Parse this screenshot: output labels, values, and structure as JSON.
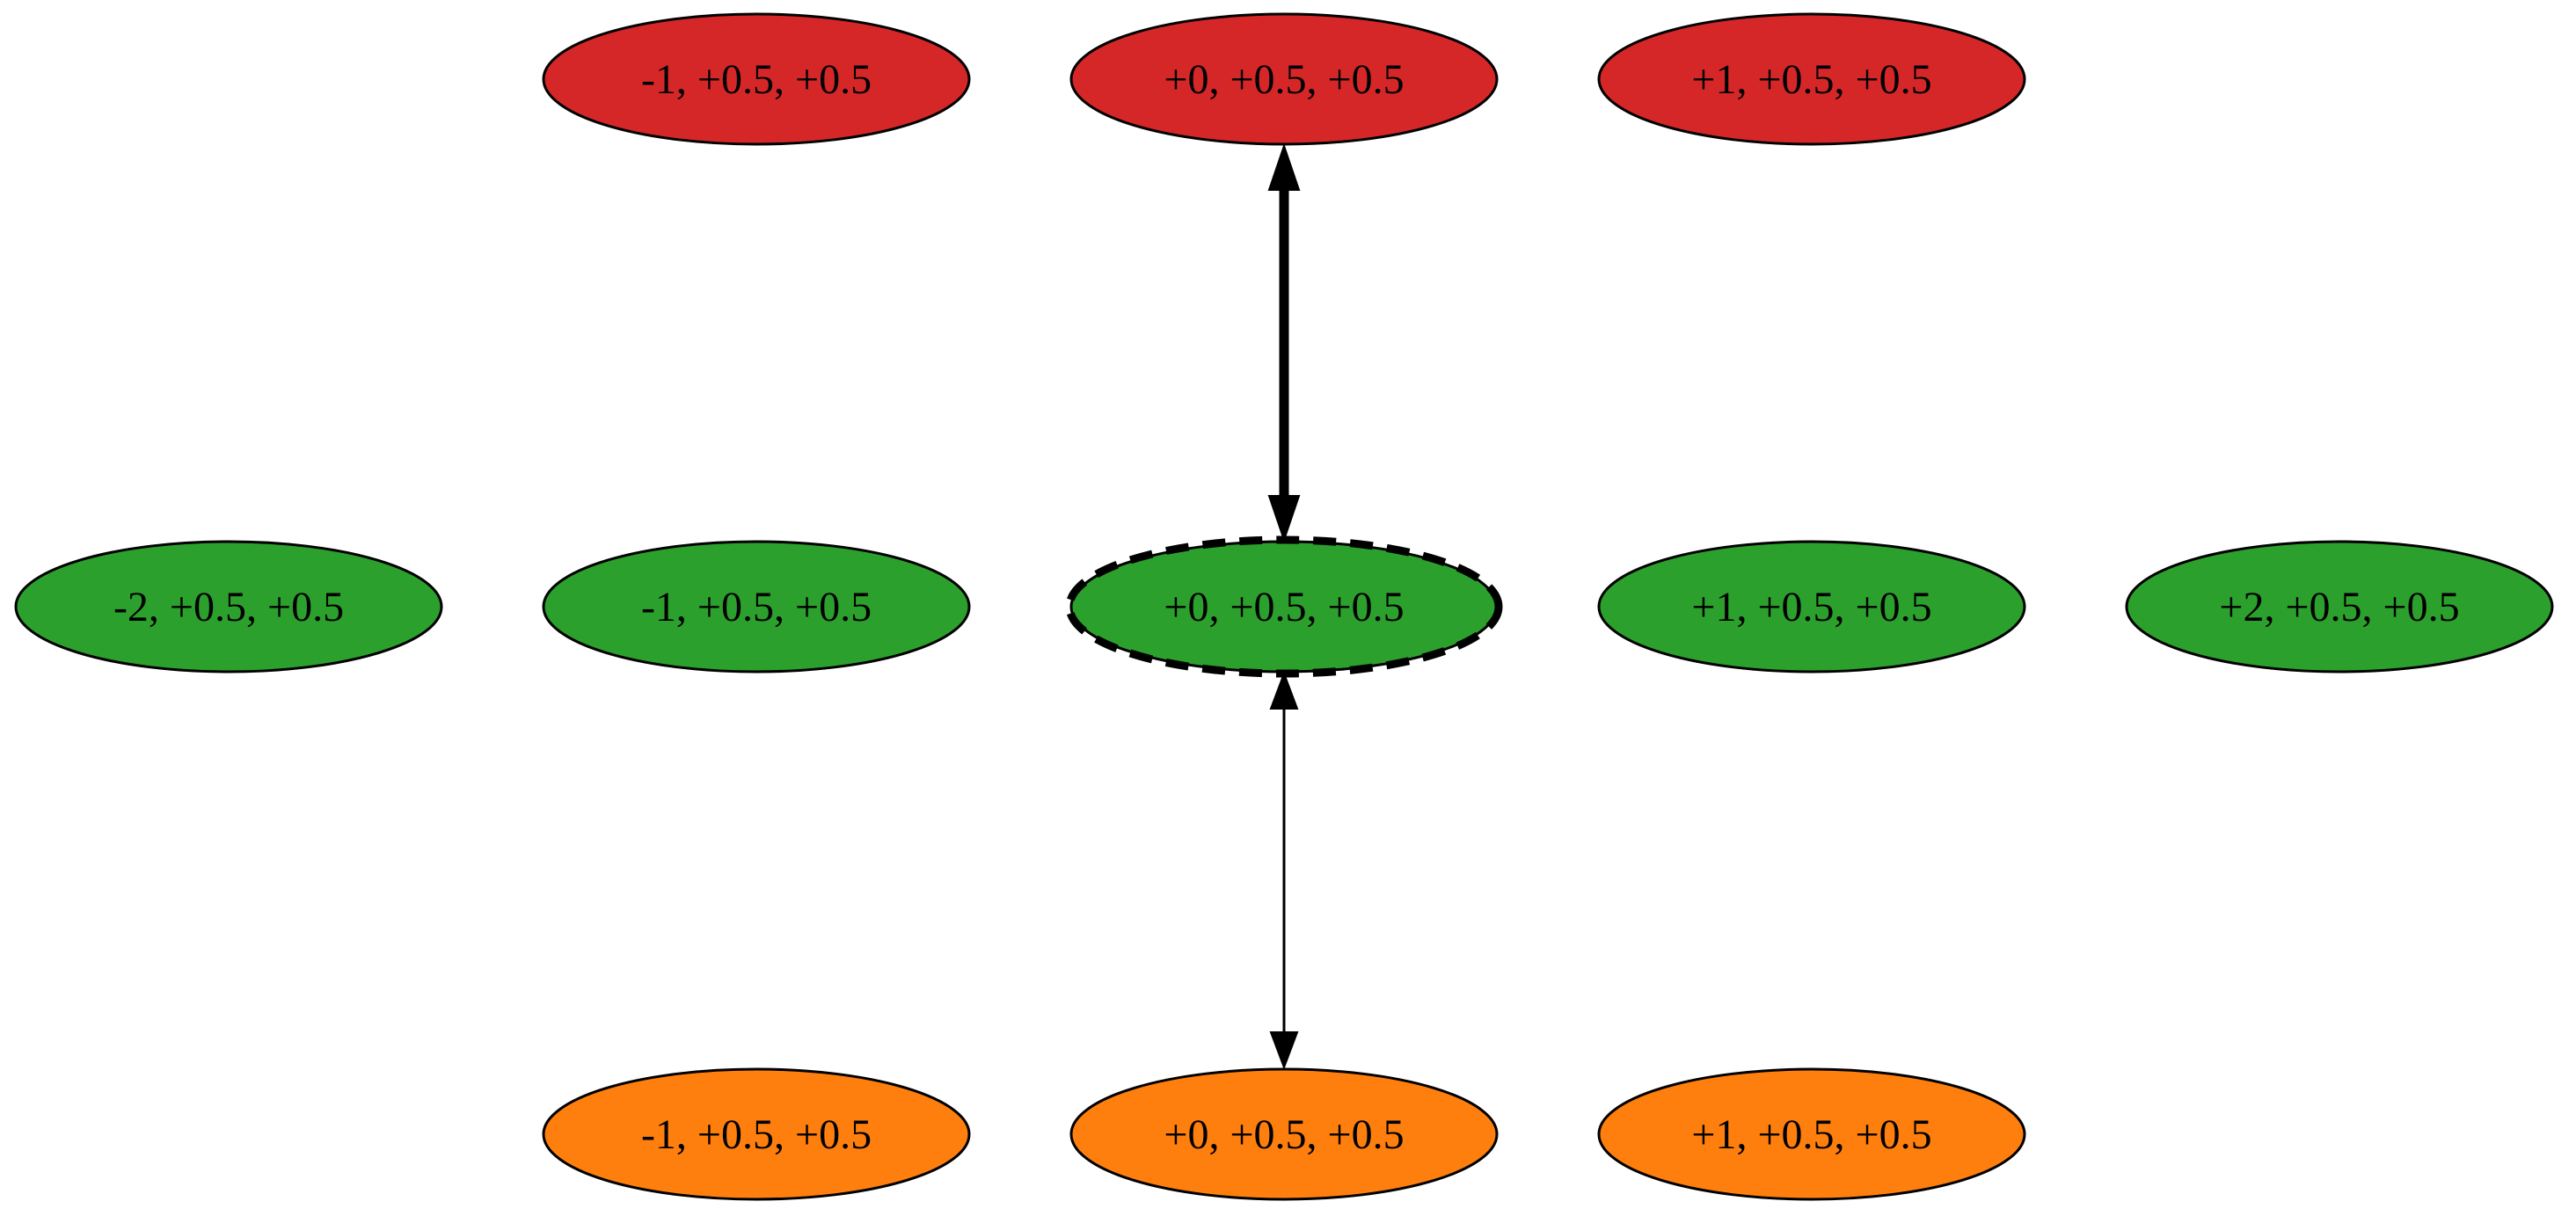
{
  "colors": {
    "red": "#d62728",
    "green": "#2ca02c",
    "orange": "#ff7f0e",
    "stroke": "#000000"
  },
  "nodes": [
    {
      "id": "r-m1",
      "label": "-1, +0.5, +0.5",
      "group": "red"
    },
    {
      "id": "r-0",
      "label": "+0, +0.5, +0.5",
      "group": "red"
    },
    {
      "id": "r-p1",
      "label": "+1, +0.5, +0.5",
      "group": "red"
    },
    {
      "id": "g-m2",
      "label": "-2, +0.5, +0.5",
      "group": "green"
    },
    {
      "id": "g-m1",
      "label": "-1, +0.5, +0.5",
      "group": "green"
    },
    {
      "id": "g-0",
      "label": "+0, +0.5, +0.5",
      "group": "green",
      "focus": true
    },
    {
      "id": "g-p1",
      "label": "+1, +0.5, +0.5",
      "group": "green"
    },
    {
      "id": "g-p2",
      "label": "+2, +0.5, +0.5",
      "group": "green"
    },
    {
      "id": "o-m1",
      "label": "-1, +0.5, +0.5",
      "group": "orange"
    },
    {
      "id": "o-0",
      "label": "+0, +0.5, +0.5",
      "group": "orange"
    },
    {
      "id": "o-p1",
      "label": "+1, +0.5, +0.5",
      "group": "orange"
    }
  ],
  "edges": [
    {
      "from": "g-0",
      "to": "r-0",
      "bidirectional": true,
      "bold": true
    },
    {
      "from": "g-0",
      "to": "o-0",
      "bidirectional": true,
      "bold": false
    }
  ]
}
